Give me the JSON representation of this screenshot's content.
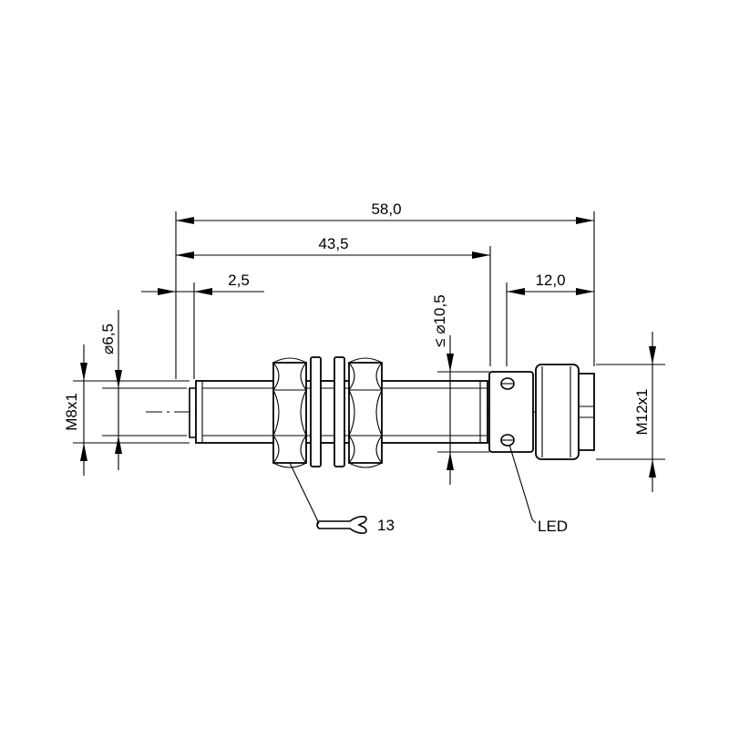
{
  "dimensions": {
    "overall_length": "58,0",
    "body_length": "43,5",
    "sensing_face": "2,5",
    "connector_length": "12,0",
    "sensing_diameter": "⌀6,5",
    "thread_small": "M8x1",
    "nut_diameter": "≤ ⌀10,5",
    "connector_thread": "M12x1"
  },
  "callouts": {
    "wrench_size": "13",
    "led": "LED"
  },
  "icons": [
    "wrench-icon",
    "dimension-arrow-icon"
  ],
  "colors": {
    "line": "#000000",
    "background": "#ffffff"
  }
}
